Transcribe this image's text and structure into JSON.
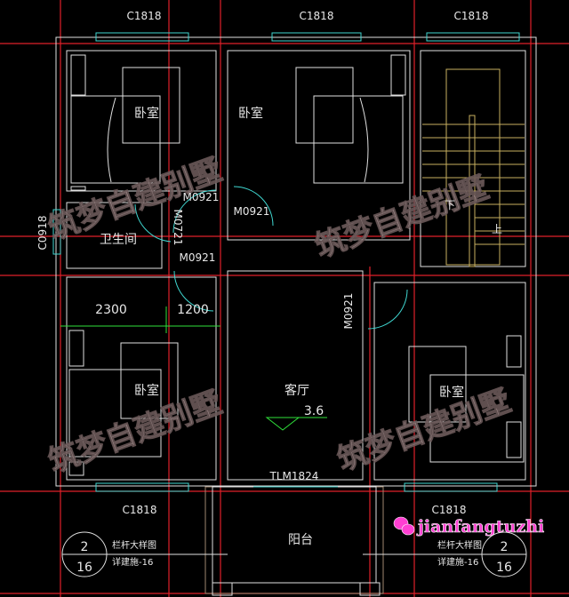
{
  "plan": {
    "colors": {
      "background": "#000000",
      "wall": "#e0e0e0",
      "axis": "#e0202a",
      "window": "#3fd6d0",
      "door": "#3fd6d0",
      "dimension": "#2fe03a",
      "stair": "#c8b060",
      "watermark": "#b9a2a2",
      "logo": "#ff3fd2"
    },
    "windows": {
      "top_left": "C1818",
      "top_center": "C1818",
      "top_right": "C1818",
      "bottom_left": "C1818",
      "bottom_right": "C1818",
      "bath": "C0918"
    },
    "doors": {
      "bedroom_tl": "M0921",
      "bedroom_tc": "M0921",
      "bath_vertical": "M0721",
      "bath": "M0921",
      "bedroom_br": "M0921",
      "sliding": "TLM1824"
    },
    "rooms": {
      "bedroom_tl": "卧室",
      "bedroom_tc": "卧室",
      "bath": "卫生间",
      "bedroom_bl": "卧室",
      "living": "客厅",
      "bedroom_br": "卧室",
      "balcony": "阳台"
    },
    "elevation": "3.6",
    "dimensions": [
      "2300",
      "1200"
    ],
    "stair": {
      "down": "下",
      "up": "上"
    },
    "detail_refs": [
      {
        "top": "2",
        "bottom": "16",
        "title": "栏杆大样图",
        "ref": "详建施-16"
      },
      {
        "top": "2",
        "bottom": "16",
        "title": "栏杆大样图",
        "ref": "详建施-16"
      }
    ],
    "watermark": "筑梦自建别墅",
    "logo": "jianfangtuzhi",
    "logo_icon": "wechat-icon"
  }
}
